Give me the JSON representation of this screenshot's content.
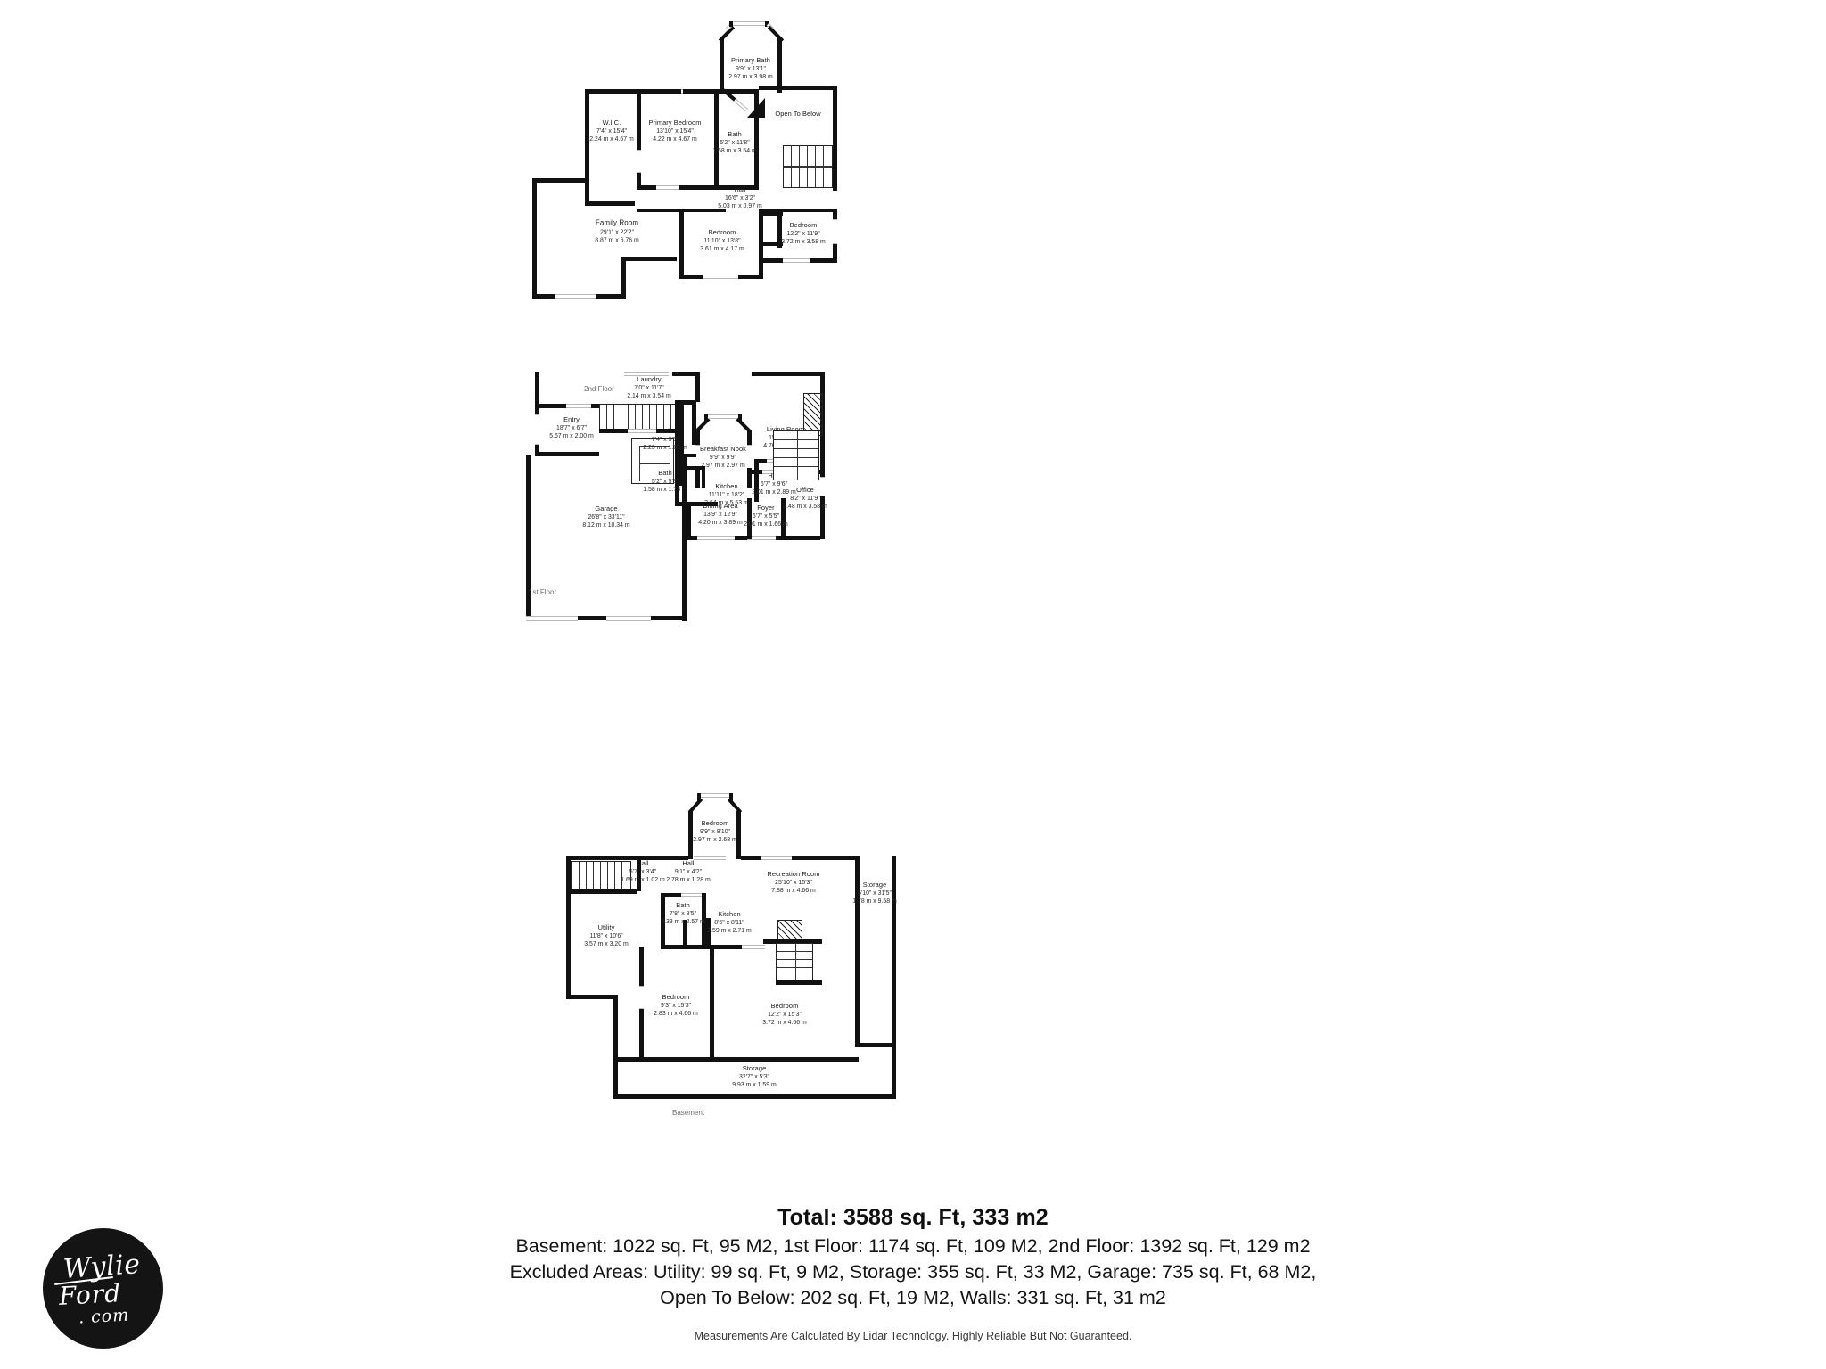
{
  "document": {
    "type": "floor-plan",
    "logo": {
      "line1": "Wylie",
      "line2": "Ford",
      "line3": ". com"
    }
  },
  "floors": [
    {
      "id": "second",
      "tag": "2nd Floor",
      "rooms": [
        {
          "name": "Primary Bath",
          "imperial": "9'9\" x 13'1\"",
          "metric": "2.97 m x 3.98 m"
        },
        {
          "name": "W.I.C.",
          "imperial": "7'4\" x 15'4\"",
          "metric": "2.24 m x 4.67 m"
        },
        {
          "name": "Primary Bedroom",
          "imperial": "13'10\" x 15'4\"",
          "metric": "4.22 m x 4.67 m"
        },
        {
          "name": "Bath",
          "imperial": "5'2\" x 11'8\"",
          "metric": "1.58 m x 3.54 m"
        },
        {
          "name": "Open To Below",
          "imperial": "",
          "metric": ""
        },
        {
          "name": "Hall",
          "imperial": "16'6\" x 3'2\"",
          "metric": "5.03 m x 0.97 m"
        },
        {
          "name": "Family Room",
          "imperial": "29'1\" x 22'2\"",
          "metric": "8.87 m x 6.76 m"
        },
        {
          "name": "Bedroom",
          "imperial": "11'10\" x 13'8\"",
          "metric": "3.61 m x 4.17 m"
        },
        {
          "name": "Bedroom",
          "imperial": "12'2\" x 11'9\"",
          "metric": "3.72 m x 3.58 m"
        }
      ]
    },
    {
      "id": "first",
      "tag": "1st Floor",
      "rooms": [
        {
          "name": "Breakfast Nook",
          "imperial": "9'9\" x 9'9\"",
          "metric": "2.97 m x 2.97 m"
        },
        {
          "name": "Entry",
          "imperial": "18'7\" x 6'7\"",
          "metric": "5.67 m x 2.00 m"
        },
        {
          "name": "Laundry",
          "imperial": "7'0\" x 11'7\"",
          "metric": "2.14 m x 3.54 m"
        },
        {
          "name": "Kitchen",
          "imperial": "11'11\" x 18'2\"",
          "metric": "3.64 m x 5.53 m"
        },
        {
          "name": "Living Room",
          "imperial": "15'5\" x 15'4\"",
          "metric": "4.70 m x 4.67 m"
        },
        {
          "name": "Hall",
          "imperial": "7'4\" x 3'5\"",
          "metric": "2.23 m x 1.03 m"
        },
        {
          "name": "Bath",
          "imperial": "5'2\" x 5'8\"",
          "metric": "1.58 m x 1.73 m"
        },
        {
          "name": "Hall",
          "imperial": "6'7\" x 9'6\"",
          "metric": "2.01 m x 2.89 m"
        },
        {
          "name": "Garage",
          "imperial": "26'8\" x 33'11\"",
          "metric": "8.12 m x 10.34 m"
        },
        {
          "name": "Dining Area",
          "imperial": "13'9\" x 12'9\"",
          "metric": "4.20 m x 3.89 m"
        },
        {
          "name": "Foyer",
          "imperial": "6'7\" x 5'5\"",
          "metric": "2.01 m x 1.66 m"
        },
        {
          "name": "Office",
          "imperial": "8'2\" x 11'9\"",
          "metric": "2.48 m x 3.58 m"
        }
      ]
    },
    {
      "id": "basement",
      "tag": "Basement",
      "rooms": [
        {
          "name": "Bedroom",
          "imperial": "9'9\" x 8'10\"",
          "metric": "2.97 m x 2.68 m"
        },
        {
          "name": "Hall",
          "imperial": "5'7\" x 3'4\"",
          "metric": "1.69 m x 1.02 m"
        },
        {
          "name": "Hall",
          "imperial": "9'1\" x 4'2\"",
          "metric": "2.78 m x 1.28 m"
        },
        {
          "name": "Recreation Room",
          "imperial": "25'10\" x 15'3\"",
          "metric": "7.88 m x 4.66 m"
        },
        {
          "name": "Bath",
          "imperial": "7'8\" x 8'5\"",
          "metric": "2.33 m x 2.57 m"
        },
        {
          "name": "Kitchen",
          "imperial": "8'6\" x 8'11\"",
          "metric": "2.59 m x 2.71 m"
        },
        {
          "name": "Utility",
          "imperial": "11'8\" x 10'6\"",
          "metric": "3.57 m x 3.20 m"
        },
        {
          "name": "Storage",
          "imperial": "5'10\" x 31'5\"",
          "metric": "1.78 m x 9.58 m"
        },
        {
          "name": "Bedroom",
          "imperial": "9'3\" x 15'3\"",
          "metric": "2.83 m x 4.66 m"
        },
        {
          "name": "Bedroom",
          "imperial": "12'2\" x 15'3\"",
          "metric": "3.72 m x 4.66 m"
        },
        {
          "name": "Storage",
          "imperial": "32'7\" x 5'3\"",
          "metric": "9.93 m x 1.59 m"
        }
      ]
    }
  ],
  "summary": {
    "total": "Total: 3588 sq. Ft, 333 m2",
    "line1": "Basement: 1022 sq. Ft, 95 M2, 1st Floor: 1174 sq. Ft, 109 M2, 2nd Floor: 1392 sq. Ft, 129 m2",
    "line2": "Excluded Areas: Utility: 99 sq. Ft, 9 M2, Storage: 355 sq. Ft, 33 M2, Garage: 735 sq. Ft, 68 M2,",
    "line3": "Open To Below: 202 sq. Ft, 19 M2, Walls: 331 sq. Ft, 31 m2",
    "disclaimer": "Measurements Are Calculated By Lidar Technology. Highly Reliable But Not Guaranteed."
  }
}
